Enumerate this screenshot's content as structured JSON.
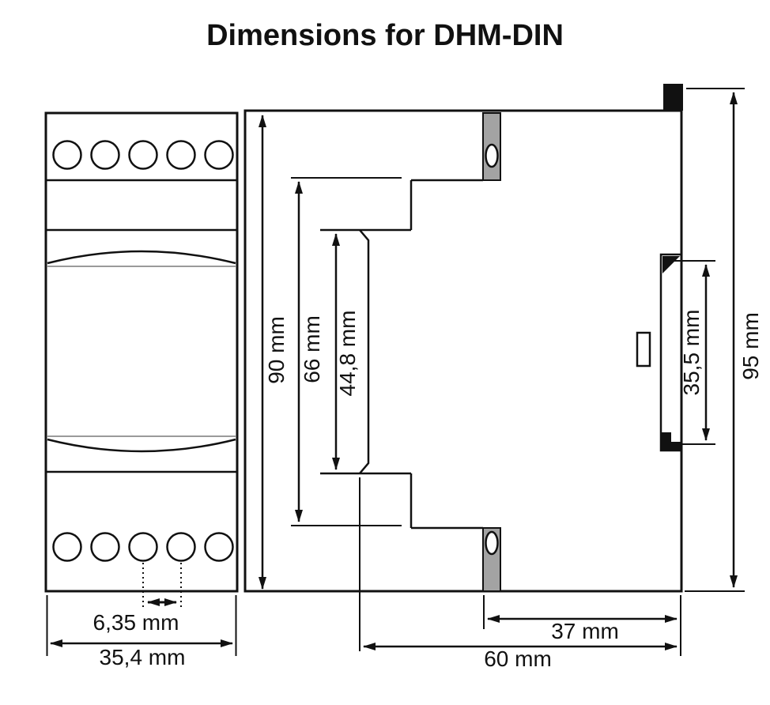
{
  "title": "Dimensions for DHM-DIN",
  "dimension_labels": {
    "overall_height": "90 mm",
    "housing_height": "66 mm",
    "front_panel_height": "44,8 mm",
    "rail_recess_height": "35,5 mm",
    "total_height": "95 mm",
    "terminal_pitch": "6,35 mm",
    "module_width": "35,4 mm",
    "rear_depth": "37 mm",
    "total_depth": "60 mm"
  },
  "colors": {
    "line": "#111111",
    "gray_strip": "#a3a3a3",
    "gray_line": "#9a9a9a"
  }
}
